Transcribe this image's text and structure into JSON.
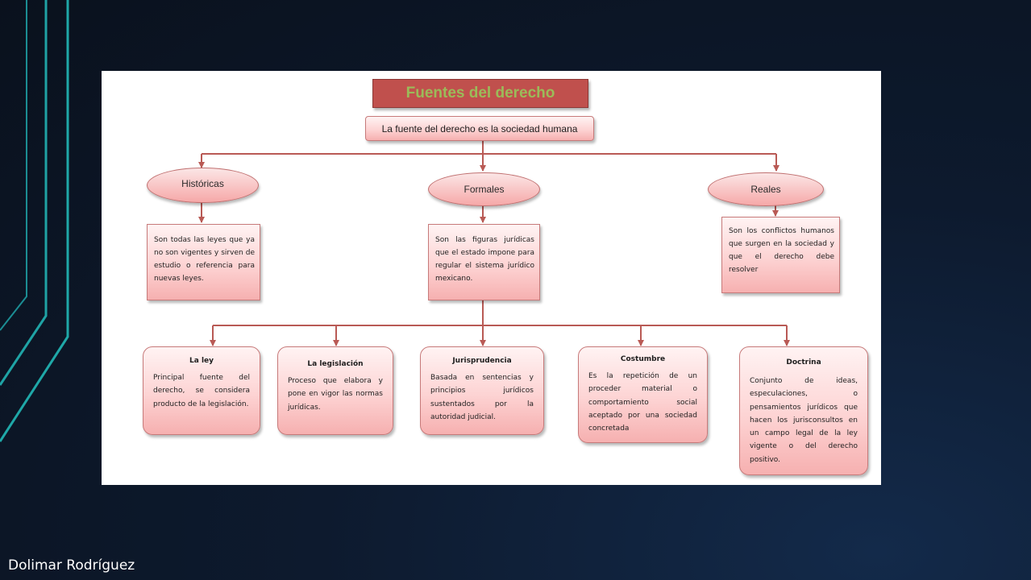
{
  "slide": {
    "title": "Fuentes del derecho",
    "root": "La fuente del derecho es la sociedad humana",
    "categories": [
      {
        "label": "Históricas",
        "description": "Son todas las leyes que ya no son vigentes y sirven de estudio o referencia para nuevas leyes."
      },
      {
        "label": "Formales",
        "description": "Son las figuras jurídicas que el estado impone para regular el sistema jurídico mexicano."
      },
      {
        "label": "Reales",
        "description": "Son los conflictos humanos que surgen en la sociedad y que el derecho debe resolver"
      }
    ],
    "formal_sources": [
      {
        "title": "La ley",
        "description": "Principal fuente del derecho, se considera producto de la legislación."
      },
      {
        "title": "La legislación",
        "description": "Proceso que elabora y pone en vigor las normas jurídicas."
      },
      {
        "title": "Jurisprudencia",
        "description": "Basada en sentencias y principios jurídicos sustentados por la autoridad judicial."
      },
      {
        "title": "Costumbre",
        "description": "Es la repetición de un proceder material o comportamiento social aceptado por una sociedad concretada"
      },
      {
        "title": "Doctrina",
        "description": "Conjunto de ideas, especulaciones, o pensamientos jurídicos que hacen los jurisconsultos en un campo legal de la ley vigente o del derecho positivo."
      }
    ]
  },
  "author": "Dolimar Rodríguez",
  "colors": {
    "title_bg": "#c0504d",
    "title_text": "#9bbb59",
    "connector": "#b95a55",
    "deco_line": "#1b9c9c"
  }
}
